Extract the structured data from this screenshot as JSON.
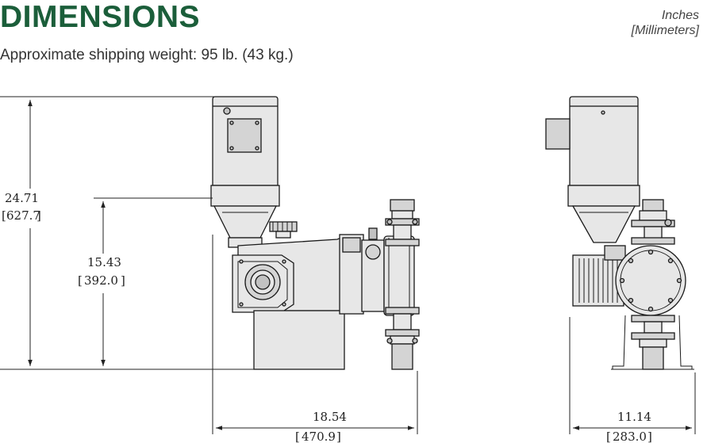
{
  "header": {
    "title": "DIMENSIONS",
    "subtitle": "Approximate shipping weight: 95 lb. (43 kg.)",
    "units_line1": "Inches",
    "units_line2": "[Millimeters]"
  },
  "dimensions": {
    "overall_height_in": "24.71",
    "overall_height_mm": "627.7",
    "centerline_height_in": "15.43",
    "centerline_height_mm": "392.0",
    "front_width_in": "18.54",
    "front_width_mm": "470.9",
    "side_width_in": "11.14",
    "side_width_mm": "283.0"
  },
  "colors": {
    "title": "#1b5e3a",
    "line": "#222222"
  }
}
